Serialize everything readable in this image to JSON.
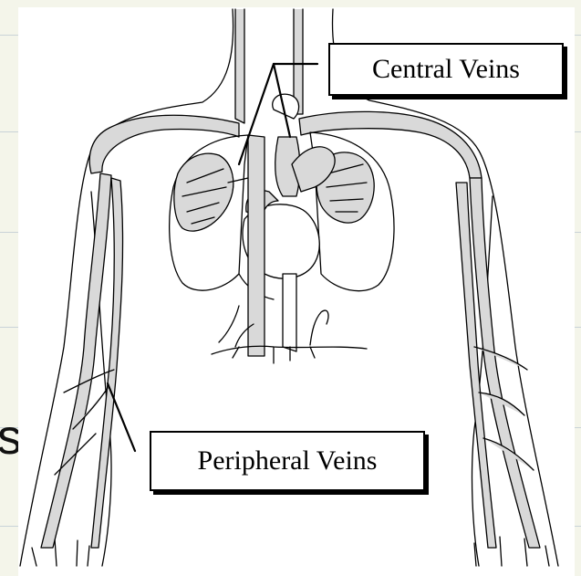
{
  "diagram": {
    "labels": {
      "central": "Central Veins",
      "peripheral": "Peripheral Veins"
    },
    "cut_off_text": "s"
  },
  "colors": {
    "slide_background": "#f4f5ea",
    "rule_lines": "#c9d3d8",
    "vein_fill": "#d9d9d9",
    "outline": "#000000"
  }
}
